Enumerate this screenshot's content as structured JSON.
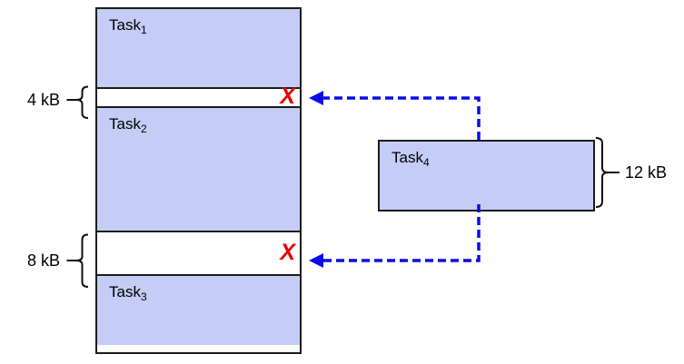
{
  "diagram": {
    "kind": "memory-fragmentation",
    "colors": {
      "task_fill": "#c5cdf6",
      "outline": "#1b1b1b",
      "arrow_blue": "#0b0bea",
      "reject_red": "#e60000",
      "background": "#ffffff"
    },
    "memory": {
      "segments": [
        {
          "kind": "task",
          "label": "Task",
          "sub": "1"
        },
        {
          "kind": "free",
          "size": "4 kB"
        },
        {
          "kind": "task",
          "label": "Task",
          "sub": "2"
        },
        {
          "kind": "free",
          "size": "8 kB"
        },
        {
          "kind": "task",
          "label": "Task",
          "sub": "3"
        }
      ]
    },
    "incoming_task": {
      "label": "Task",
      "sub": "4",
      "size": "12 kB"
    },
    "reject_mark": "X"
  }
}
